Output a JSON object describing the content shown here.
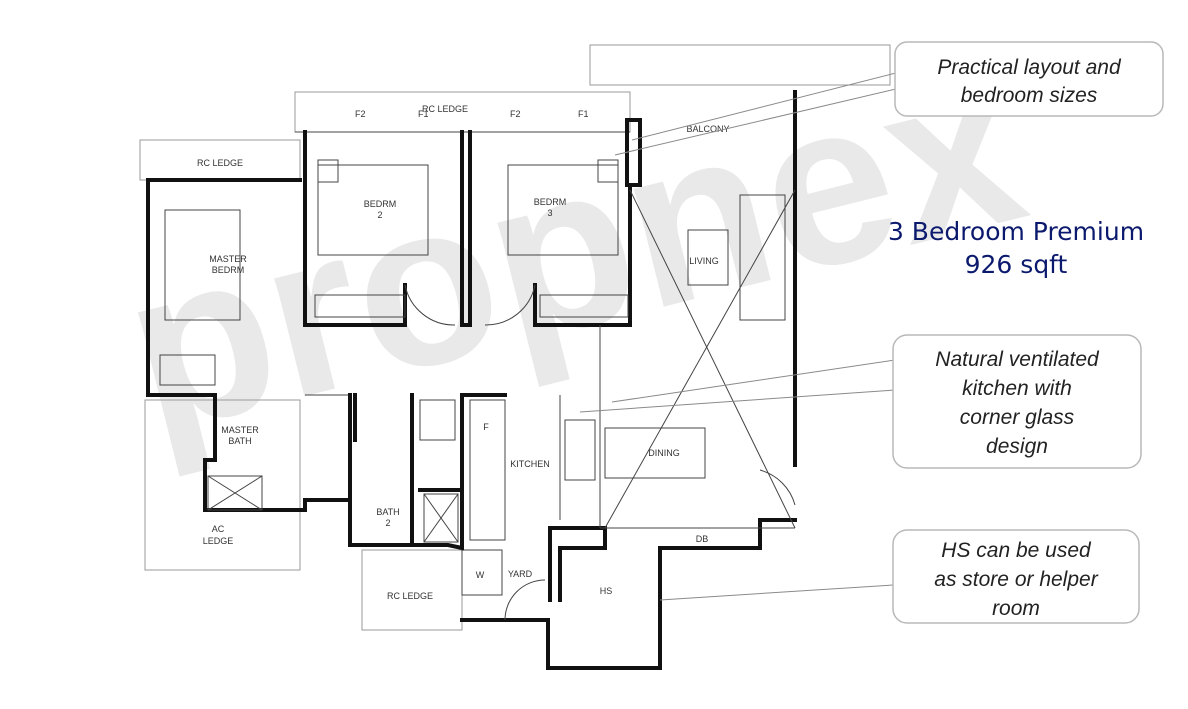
{
  "title": {
    "line1": "3 Bedroom Premium",
    "line2": "926 sqft"
  },
  "watermark": "propnex",
  "callouts": [
    {
      "id": "layout",
      "lines": [
        "Practical layout and",
        "bedroom sizes"
      ]
    },
    {
      "id": "kitchen",
      "lines": [
        "Natural ventilated",
        "kitchen with",
        "corner glass",
        "design"
      ]
    },
    {
      "id": "hs",
      "lines": [
        "HS can be used",
        "as store or helper",
        "room"
      ]
    }
  ],
  "rooms": {
    "rc_ledge_top": "RC LEDGE",
    "rc_ledge_left": "RC LEDGE",
    "balcony": "BALCONY",
    "bedroom2": [
      "BEDRM",
      "2"
    ],
    "bedroom3": [
      "BEDRM",
      "3"
    ],
    "master_bedroom": [
      "MASTER",
      "BEDRM"
    ],
    "living": "LIVING",
    "dining": "DINING",
    "kitchen": "KITCHEN",
    "fridge": "F",
    "master_bath": [
      "MASTER",
      "BATH"
    ],
    "bath2": [
      "BATH",
      "2"
    ],
    "ac_ledge": [
      "AC",
      "LEDGE"
    ],
    "db": "DB",
    "hs": "HS",
    "washer": "W",
    "yard": "YARD",
    "rc_ledge_bottom": "RC LEDGE",
    "window_marks": [
      "F2",
      "F1",
      "F2",
      "F1"
    ]
  }
}
